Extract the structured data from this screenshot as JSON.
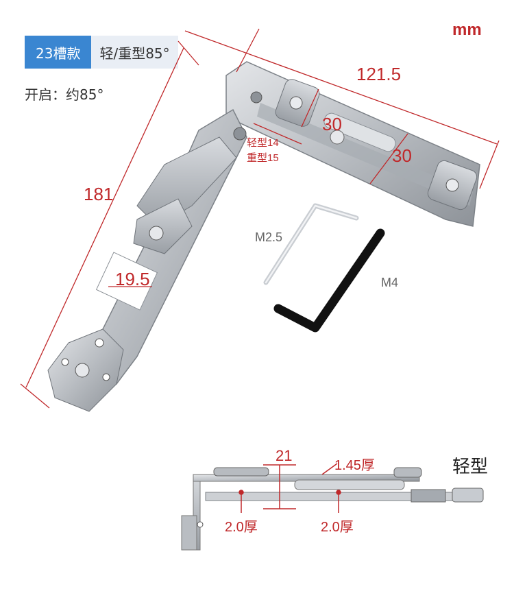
{
  "spec": {
    "slot": "23槽款",
    "type": "轻/重型85°",
    "opening": "开启：约85°",
    "unit": "mm"
  },
  "dimensions": {
    "length_top": "121.5",
    "length_left": "181",
    "width_a": "30",
    "width_b": "30",
    "width_bottom": "19.5",
    "light_note": "轻型14",
    "heavy_note": "重型15"
  },
  "wrenches": {
    "small": "M2.5",
    "large": "M4"
  },
  "side_view": {
    "variant": "轻型",
    "width": "21",
    "thickness_top": "1.45厚",
    "thickness_left": "2.0厚",
    "thickness_right": "2.0厚"
  },
  "colors": {
    "accent_blue": "#3a86d1",
    "dimension_red": "#c0282a",
    "steel": "#c9ccd0"
  }
}
